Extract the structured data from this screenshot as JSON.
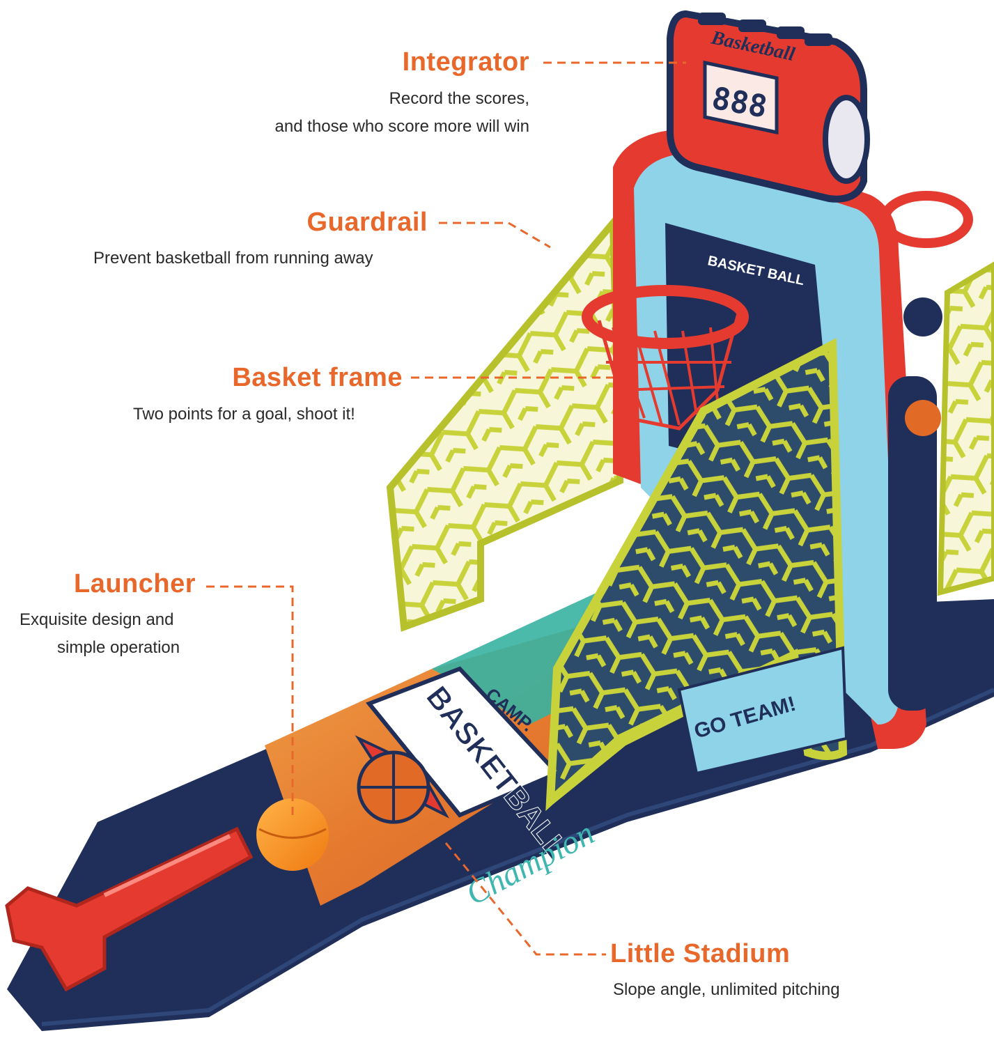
{
  "colors": {
    "accent": "#e8682c",
    "text": "#2a2a2a",
    "toy_red": "#e43a2f",
    "toy_navy": "#1f2f5a",
    "toy_light_blue": "#8fd3e8",
    "toy_lime": "#c8d23a"
  },
  "callouts": {
    "integrator": {
      "title": "Integrator",
      "line1": "Record the scores,",
      "line2": "and those who score more will win"
    },
    "guardrail": {
      "title": "Guardrail",
      "line1": "Prevent basketball from running away"
    },
    "basket_frame": {
      "title": "Basket frame",
      "line1": "Two points for a goal, shoot it!"
    },
    "launcher": {
      "title": "Launcher",
      "line1": "Exquisite design and",
      "line2": "simple operation"
    },
    "little_stadium": {
      "title": "Little Stadium",
      "line1": "Slope angle, unlimited pitching"
    }
  },
  "toy_print": {
    "scoreboard_label": "Basketball",
    "score_display": "888",
    "backboard_label": "BASKET BALL",
    "court_brand_top": ".CAMP.",
    "court_brand_main": "BASKETBALL",
    "champion_text": "Champion",
    "go_team_text": "GO TEAM!"
  }
}
